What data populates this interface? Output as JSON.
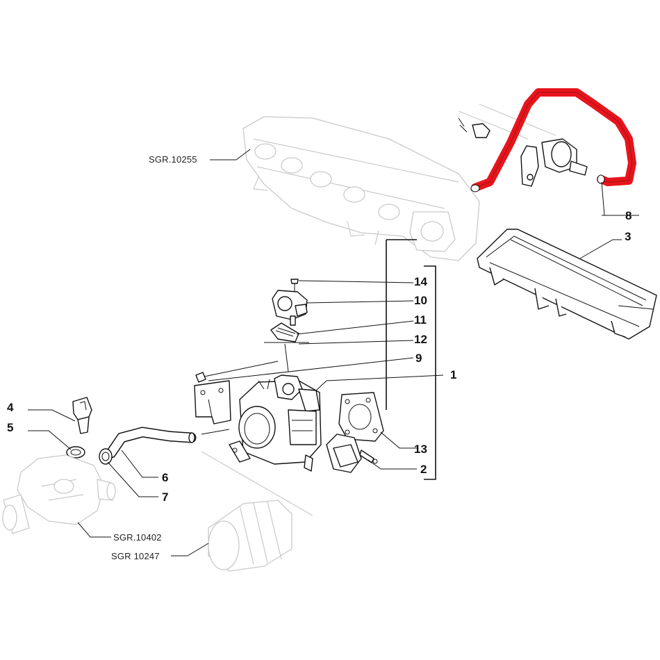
{
  "labels": {
    "p1": "1",
    "p2": "2",
    "p3": "3",
    "p4": "4",
    "p5": "5",
    "p6": "6",
    "p7": "7",
    "p8": "8",
    "p9": "9",
    "p10": "10",
    "p11": "11",
    "p12": "12",
    "p13": "13",
    "p14": "14"
  },
  "references": {
    "intake_manifold": "SGR.10255",
    "thermostat_housing": "SGR.10402",
    "intake_hose": "SGR 10247"
  },
  "colors": {
    "highlight_hose": "#e8141c",
    "line": "#111111",
    "ghost": "#c9c9c9"
  }
}
